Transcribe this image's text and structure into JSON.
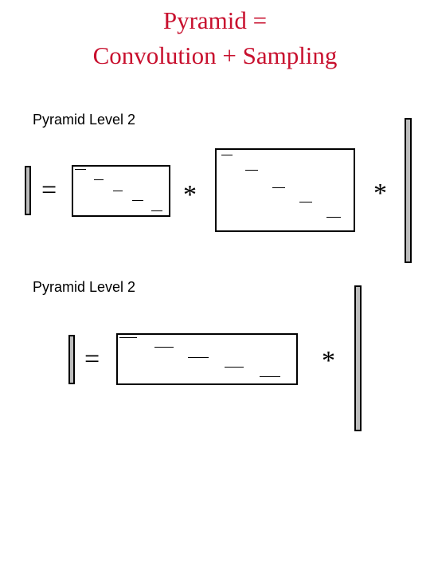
{
  "title": {
    "line1": "Pyramid =",
    "line2": "Convolution + Sampling",
    "color": "#c8102e"
  },
  "sections": [
    {
      "label": "Pyramid Level 2"
    },
    {
      "label": "Pyramid Level 2"
    }
  ],
  "symbols": {
    "equals": "=",
    "convolve": "*"
  }
}
